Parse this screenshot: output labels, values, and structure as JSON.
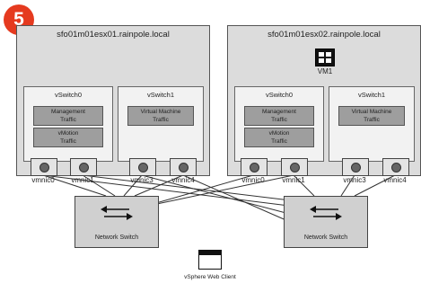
{
  "step_number": "5",
  "hosts": [
    {
      "name": "sfo01m01esx01.rainpole.local",
      "vswitches": [
        {
          "label": "vSwitch0",
          "portgroups": [
            [
              "Management",
              "Traffic"
            ],
            [
              "vMotion",
              "Traffic"
            ]
          ]
        },
        {
          "label": "vSwitch1",
          "portgroups": [
            [
              "Virtual Machine",
              "Traffic"
            ]
          ]
        }
      ],
      "nics": [
        "vmnic0",
        "vmnic1",
        "vmnic3",
        "vmnic4"
      ]
    },
    {
      "name": "sfo01m01esx02.rainpole.local",
      "vm_label": "VM1",
      "vswitches": [
        {
          "label": "vSwitch0",
          "portgroups": [
            [
              "Management",
              "Traffic"
            ],
            [
              "vMotion",
              "Traffic"
            ]
          ]
        },
        {
          "label": "vSwitch1",
          "portgroups": [
            [
              "Virtual Machine",
              "Traffic"
            ]
          ]
        }
      ],
      "nics": [
        "vmnic0",
        "vmnic1",
        "vmnic3",
        "vmnic4"
      ]
    }
  ],
  "switches": [
    {
      "label": "Network Switch"
    },
    {
      "label": "Network Switch"
    }
  ],
  "client": {
    "label": "vSphere Web Client"
  },
  "icons": {
    "vm": "windows-logo-icon",
    "client": "browser-window-icon",
    "switch": "bidirectional-arrows-icon"
  }
}
